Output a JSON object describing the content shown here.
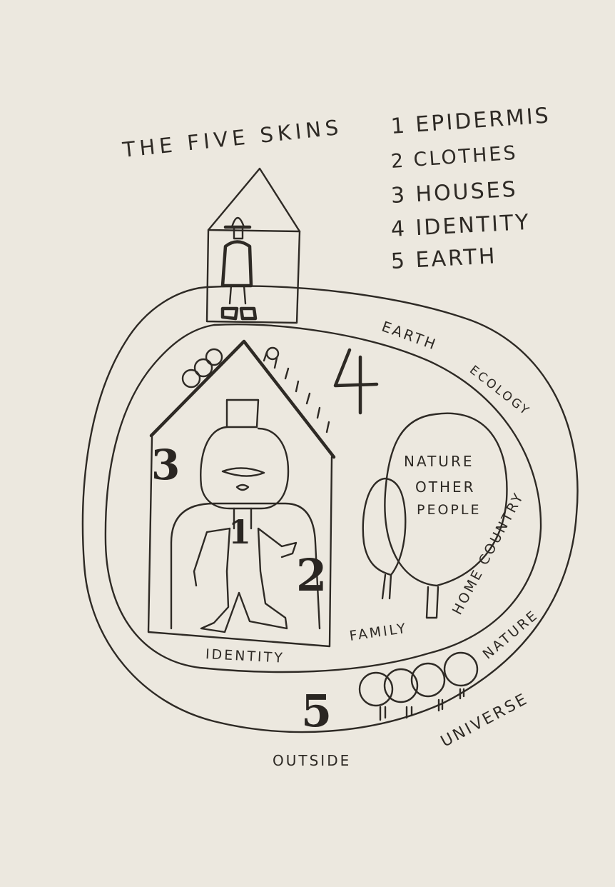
{
  "title": "THE FIVE SKINS",
  "legend": [
    {
      "number": "1",
      "label": "EPIDERMIS"
    },
    {
      "number": "2",
      "label": "CLOTHES"
    },
    {
      "number": "3",
      "label": "HOUSES"
    },
    {
      "number": "4",
      "label": "IDENTITY"
    },
    {
      "number": "5",
      "label": "EARTH"
    }
  ],
  "diagram_labels": {
    "earth": "EARTH",
    "ecology": "ECOLOGY",
    "nature_other_people_line1": "NATURE",
    "nature_other_people_line2": "OTHER",
    "nature_other_people_line3": "PEOPLE",
    "home_country": "HOME COUNTRY",
    "family": "FAMILY",
    "identity": "IDENTITY",
    "nature": "NATURE",
    "universe": "UNIVERSE",
    "outside": "OUTSIDE"
  },
  "skin_numbers": {
    "epidermis": "1",
    "clothes": "2",
    "houses": "3",
    "identity": "4",
    "earth": "5"
  },
  "colors": {
    "paper": "#ece8df",
    "ink": "#2e2a25"
  }
}
